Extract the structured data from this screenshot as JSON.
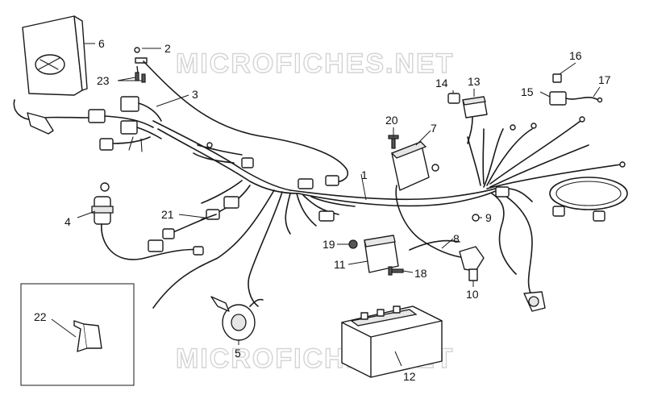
{
  "watermark": "MICROFICHES.NET",
  "callouts": {
    "c1": "1",
    "c2": "2",
    "c3": "3",
    "c4": "4",
    "c5": "5",
    "c6": "6",
    "c7": "7",
    "c8": "8",
    "c9": "9",
    "c10": "10",
    "c11": "11",
    "c12": "12",
    "c13": "13",
    "c14": "14",
    "c15": "15",
    "c16": "16",
    "c17": "17",
    "c18": "18",
    "c19": "19",
    "c20": "20",
    "c21": "21",
    "c22": "22",
    "c23": "23"
  }
}
